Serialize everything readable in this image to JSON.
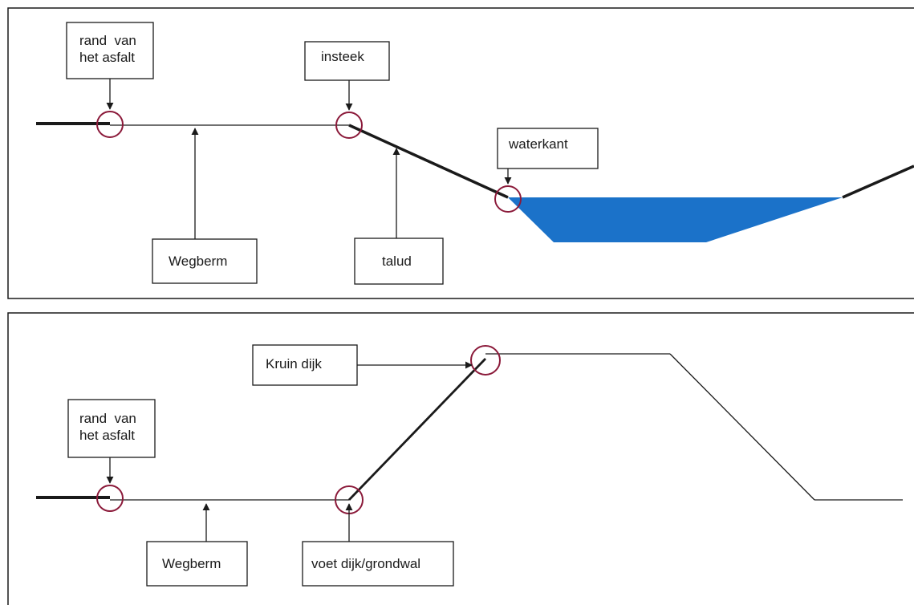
{
  "top_panel": {
    "labels": {
      "road_edge_line1": "rand  van",
      "road_edge_line2": "het asfalt",
      "insteek": "insteek",
      "waterkant": "waterkant",
      "wegberm": "Wegberm",
      "talud": "talud"
    }
  },
  "bottom_panel": {
    "labels": {
      "road_edge_line1": "rand  van",
      "road_edge_line2": "het asfalt",
      "kruin": "Kruin dijk",
      "wegberm": "Wegberm",
      "voet": "voet dijk/grondwal"
    }
  },
  "colors": {
    "water": "#1b72c9",
    "marker_circle": "#8b1a3a",
    "line": "#1a1a1a"
  }
}
